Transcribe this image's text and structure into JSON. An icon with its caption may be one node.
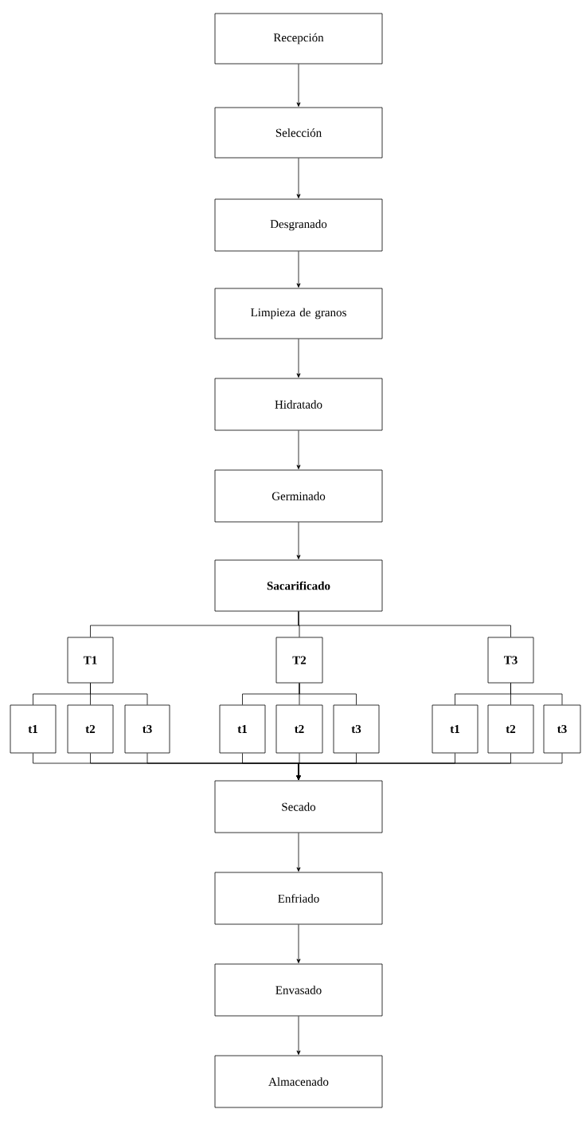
{
  "diagram": {
    "nodes": [
      {
        "text": [
          "Recepción"
        ]
      },
      {
        "text": [
          "Selección"
        ]
      },
      {
        "text": [
          "Desgranado"
        ]
      },
      {
        "text": [
          "Limpieza de granos"
        ]
      },
      {
        "text": [
          "Hidratado"
        ]
      },
      {
        "text": [
          "Germinado"
        ]
      },
      {
        "text": [
          "Sacarificado"
        ]
      },
      {
        "text": [
          "T1"
        ]
      },
      {
        "text": [
          "T2"
        ]
      },
      {
        "text": [
          "T3"
        ]
      },
      {
        "text": [
          "t1"
        ]
      },
      {
        "text": [
          "t2"
        ]
      },
      {
        "text": [
          "t3"
        ]
      },
      {
        "text": [
          "t1"
        ]
      },
      {
        "text": [
          "t2"
        ]
      },
      {
        "text": [
          "t3"
        ]
      },
      {
        "text": [
          "t1"
        ]
      },
      {
        "text": [
          "t2"
        ]
      },
      {
        "text": [
          "t3"
        ]
      },
      {
        "text": [
          "Secado"
        ]
      },
      {
        "text": [
          "Enfriado"
        ]
      },
      {
        "text": [
          "Envasado"
        ]
      },
      {
        "text": [
          "Almacenado"
        ]
      }
    ],
    "edges": [
      {
        "from": 0,
        "to": 1,
        "arrow": "to"
      },
      {
        "from": 1,
        "to": 2,
        "arrow": "to"
      },
      {
        "from": 2,
        "to": 3,
        "arrow": "to"
      },
      {
        "from": 3,
        "to": 4,
        "arrow": "to"
      },
      {
        "from": 4,
        "to": 5,
        "arrow": "to"
      },
      {
        "from": 5,
        "to": 6,
        "arrow": "to"
      },
      {
        "from": 6,
        "to": 7,
        "arrow": "none"
      },
      {
        "from": 6,
        "to": 8,
        "arrow": "none"
      },
      {
        "from": 6,
        "to": 9,
        "arrow": "none"
      },
      {
        "from": 7,
        "to": 10,
        "arrow": "none"
      },
      {
        "from": 7,
        "to": 11,
        "arrow": "none"
      },
      {
        "from": 7,
        "to": 12,
        "arrow": "none"
      },
      {
        "from": 8,
        "to": 13,
        "arrow": "none"
      },
      {
        "from": 8,
        "to": 14,
        "arrow": "none"
      },
      {
        "from": 8,
        "to": 15,
        "arrow": "none"
      },
      {
        "from": 9,
        "to": 16,
        "arrow": "none"
      },
      {
        "from": 9,
        "to": 17,
        "arrow": "none"
      },
      {
        "from": 9,
        "to": 18,
        "arrow": "none"
      },
      {
        "from": 10,
        "to": 19,
        "arrow": "to"
      },
      {
        "from": 11,
        "to": 19,
        "arrow": "to"
      },
      {
        "from": 12,
        "to": 19,
        "arrow": "to"
      },
      {
        "from": 13,
        "to": 19,
        "arrow": "to"
      },
      {
        "from": 14,
        "to": 19,
        "arrow": "to"
      },
      {
        "from": 15,
        "to": 19,
        "arrow": "to"
      },
      {
        "from": 16,
        "to": 19,
        "arrow": "to"
      },
      {
        "from": 17,
        "to": 19,
        "arrow": "to"
      },
      {
        "from": 18,
        "to": 19,
        "arrow": "to"
      },
      {
        "from": 19,
        "to": 20,
        "arrow": "to"
      },
      {
        "from": 20,
        "to": 21,
        "arrow": "to"
      },
      {
        "from": 21,
        "to": 22,
        "arrow": "to"
      }
    ]
  }
}
